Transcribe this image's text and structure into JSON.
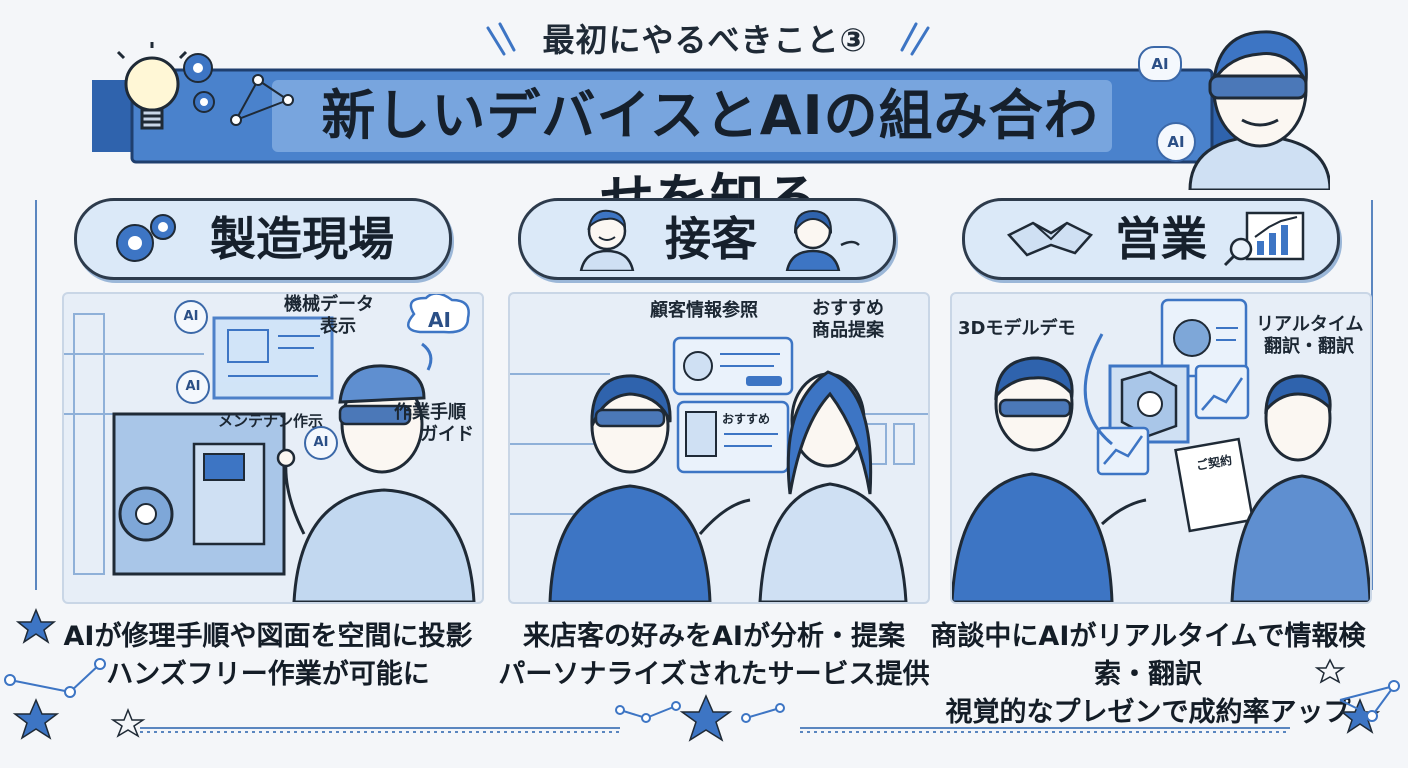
{
  "header": {
    "subtitle": "最初にやるべきこと③",
    "title": "新しいデバイスとAIの組み合わせを知る",
    "person_bubble_1": "AI",
    "person_bubble_2": "AI"
  },
  "colors": {
    "primary_blue": "#3d75c4",
    "light_blue": "#dbe9f8",
    "ink": "#1f2a36",
    "background": "#f4f6f9"
  },
  "sections": [
    {
      "label": "製造現場",
      "callouts": [
        "機械データ",
        "表示",
        "AI",
        "作業手順",
        "ガイド",
        "メンテナン作示",
        "AI",
        "AI",
        "AI"
      ],
      "caption_lines": [
        "AIが修理手順や図面を空間に投影",
        "ハンズフリー作業が可能に"
      ]
    },
    {
      "label": "接客",
      "callouts": [
        "顧客情報参照",
        "おすすめ",
        "商品提案",
        "おすすめ"
      ],
      "caption_lines": [
        "来店客の好みをAIが分析・提案",
        "パーソナライズされたサービス提供"
      ]
    },
    {
      "label": "営業",
      "callouts": [
        "3Dモデルデモ",
        "リアルタイム",
        "翻訳・翻訳",
        "ご契約"
      ],
      "caption_lines": [
        "商談中にAIがリアルタイムで情報検索・翻訳",
        "視覚的なプレゼンで成約率アップ"
      ]
    }
  ]
}
